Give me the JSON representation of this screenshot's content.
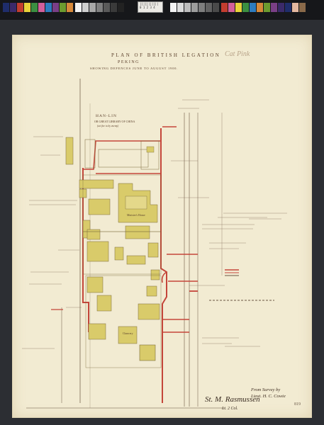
{
  "colors": {
    "paper": "#f2ebd2",
    "wall_red": "#c4463a",
    "building_yellow": "#d9cb6a",
    "ink": "#5a3e2a"
  },
  "map": {
    "title": "PLAN OF BRITISH LEGATION",
    "subtitle": "PEKING",
    "date_line": "SHOWING DEFENCES JUNE TO AUGUST 1900.",
    "pencil_note": "Cat Pink",
    "han_lin_title": "HAN-LIN",
    "han_lin_sub": "OR GREAT LIBRARY OF CHINA",
    "han_lin_note": "(set fire to by enemy)",
    "chancery": "Chancery",
    "ministers_house": "Minister's House",
    "survey_credit": "From Survey by",
    "surveyor": "Lieut. H. C. Cowie",
    "signature": "St. M. Rasmussen",
    "signature_sub": "Lt. 2 Col.",
    "sheet_number": "819"
  }
}
